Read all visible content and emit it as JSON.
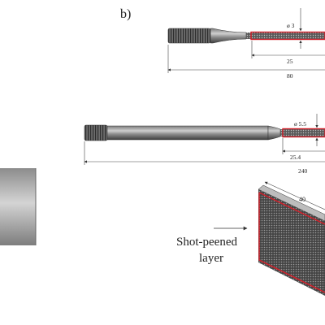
{
  "panel_label": "b)",
  "specimen_small": {
    "diameter_label": "ø 3",
    "gauge_length_label": "25",
    "total_length_label": "80"
  },
  "specimen_large": {
    "diameter_label": "ø 5.5",
    "gauge_length_label": "25.4",
    "total_length_label": "240"
  },
  "plate": {
    "width_label": "40",
    "annotation_line1": "Shot-peened",
    "annotation_line2": "layer"
  },
  "colors": {
    "peened_outline": "#d0202a",
    "steel_dark": "#4a4a4a",
    "steel_light": "#d8d8d8"
  }
}
